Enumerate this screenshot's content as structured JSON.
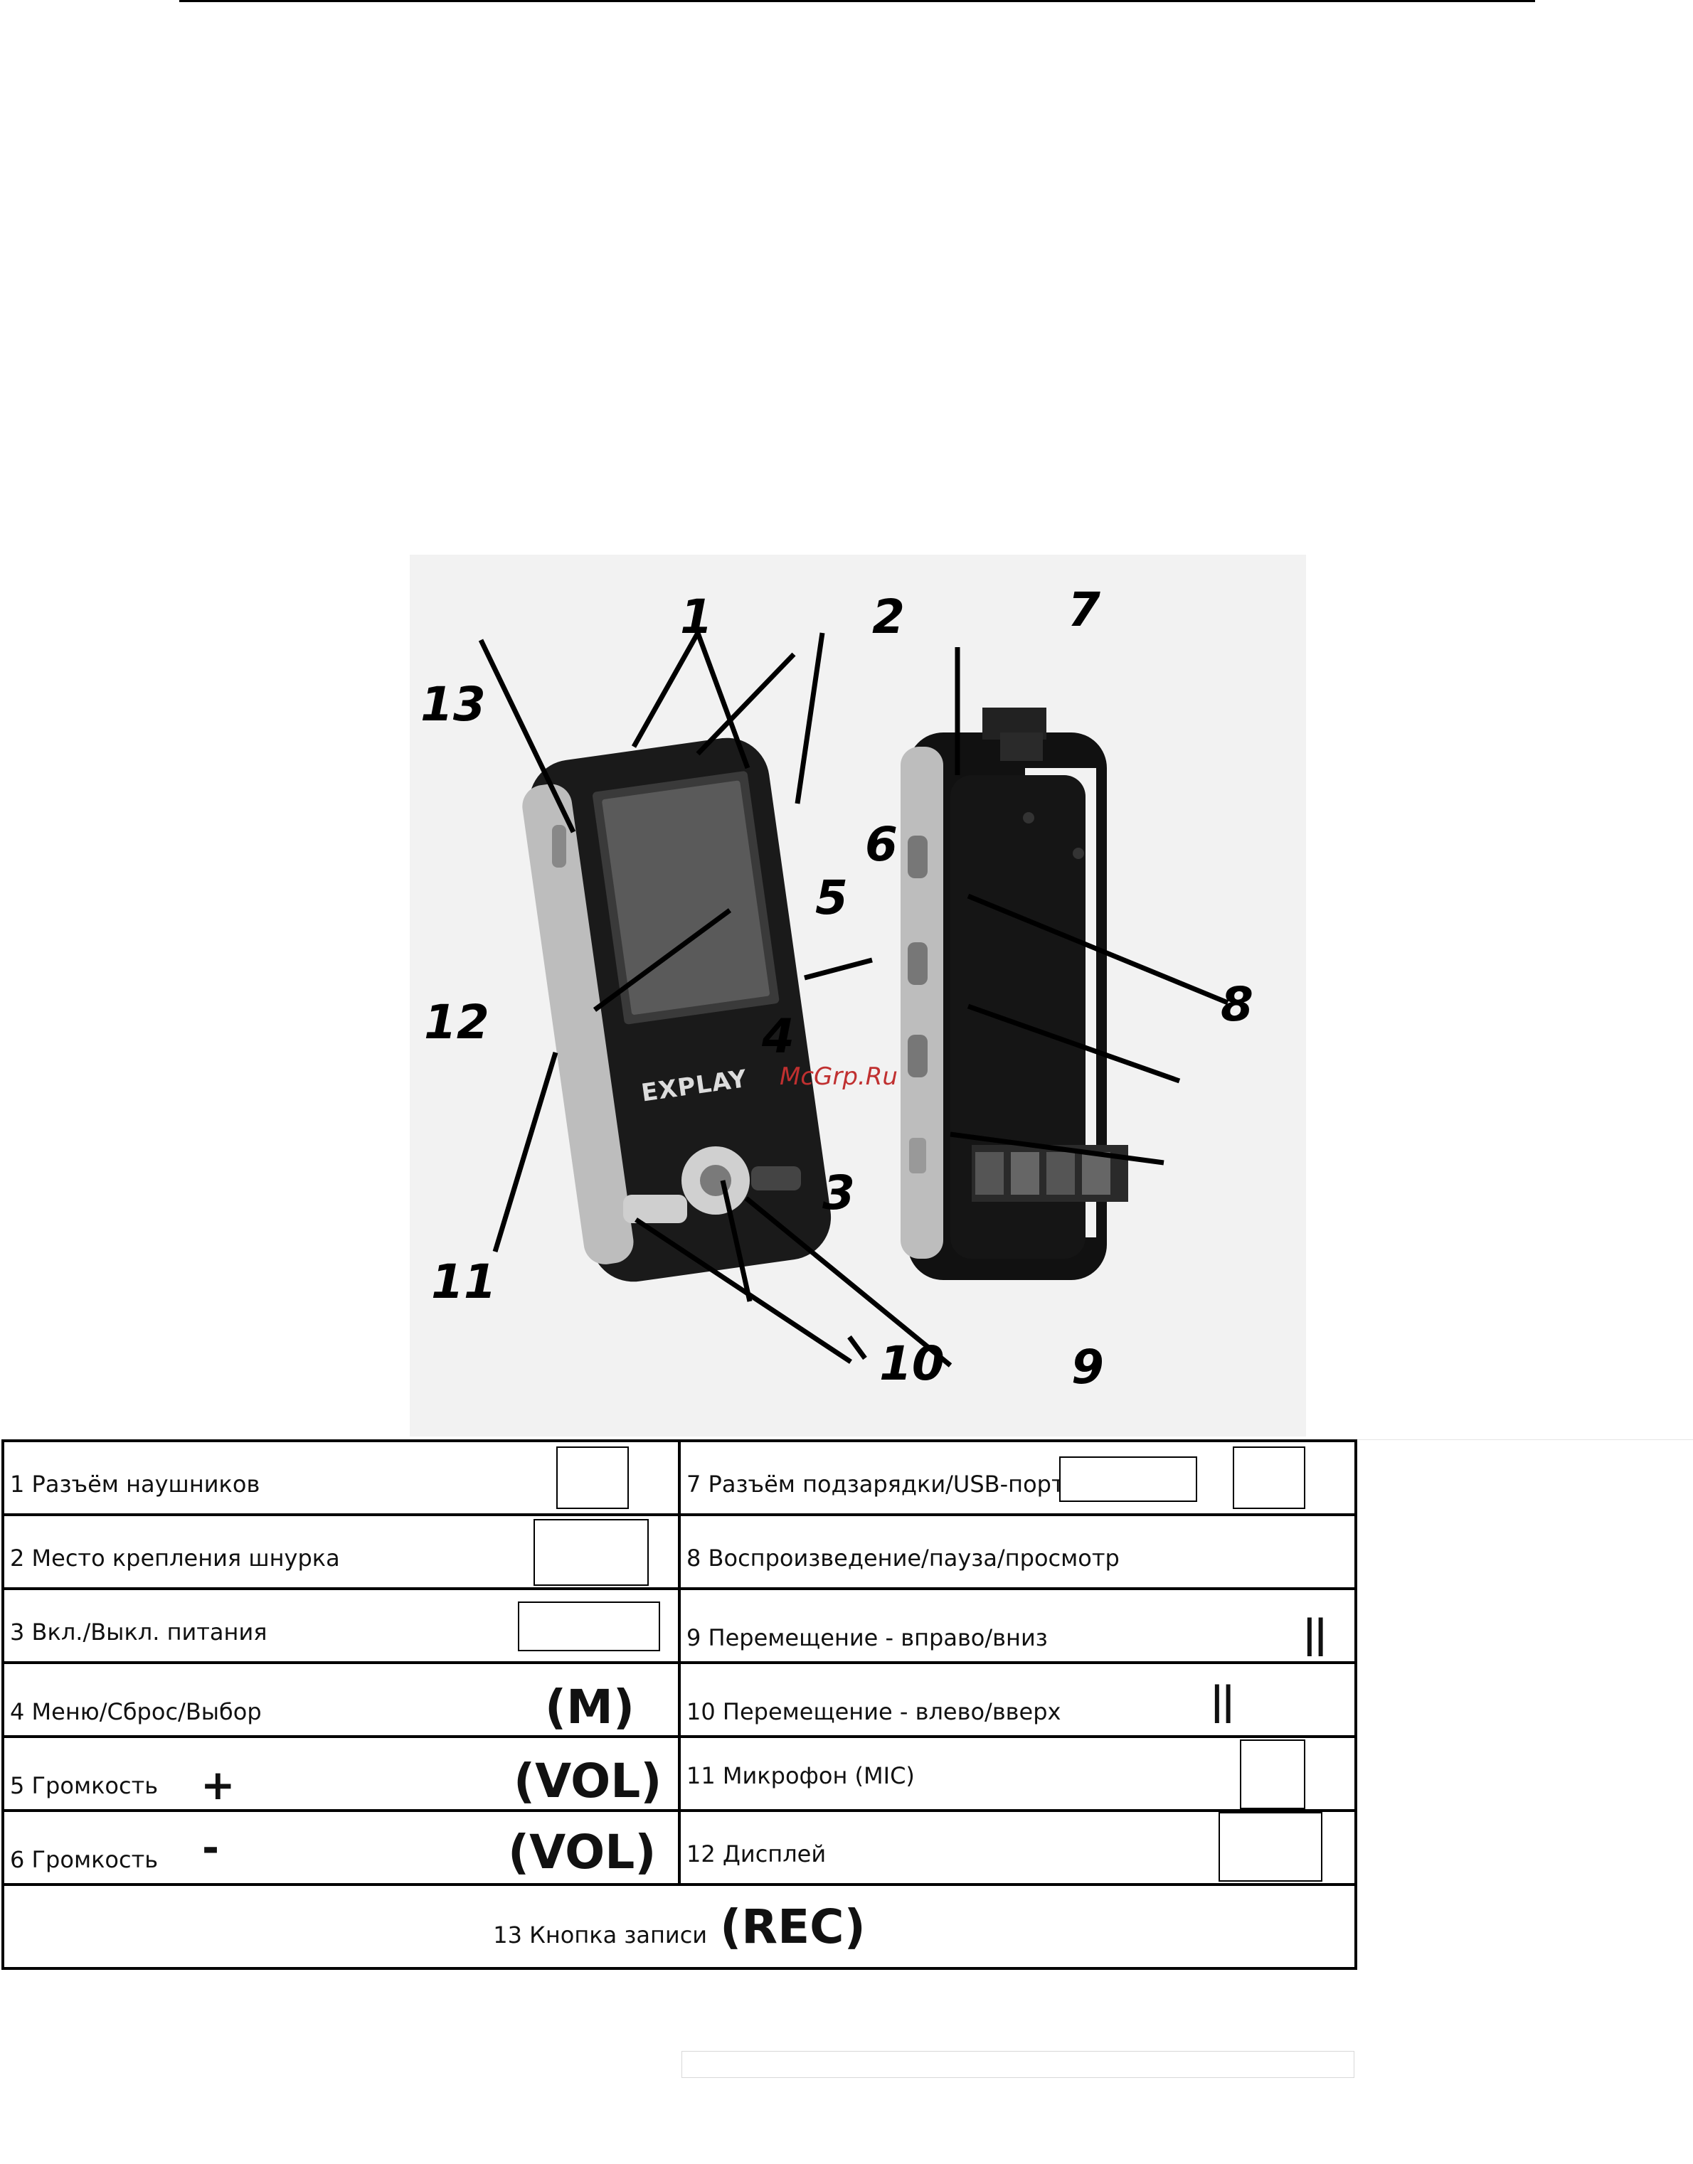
{
  "figure": {
    "brand": "EXPLAY",
    "watermark": "McGrp.Ru",
    "callouts": [
      "1",
      "2",
      "3",
      "4",
      "5",
      "6",
      "7",
      "8",
      "9",
      "10",
      "11",
      "12",
      "13"
    ]
  },
  "legend": {
    "rows": [
      {
        "left": "1 Разъём наушников",
        "right": "7 Разъём подзарядки/USB-порт"
      },
      {
        "left": "2 Место крепления шнурка",
        "right": "8 Воспроизведение/пауза/просмотр"
      },
      {
        "left": "3 Вкл./Выкл. питания",
        "right": "9 Перемещение - вправо/вниз"
      },
      {
        "left": "4 Меню/Сброс/Выбор",
        "right": "10 Перемещение - влево/вверх"
      },
      {
        "left": "5 Громкость",
        "right": "11 Микрофон (MIC)"
      },
      {
        "left": "6 Громкость",
        "right": "12 Дисплей"
      }
    ],
    "bottom": "13 Кнопка записи",
    "symbols": {
      "menu": "(M)",
      "vol_plus_sign": "+",
      "vol_plus": "(VOL)",
      "vol_minus_sign": "-",
      "vol_minus": "(VOL)",
      "rec": "(REC)",
      "pause_right": "||",
      "pause_left": "||"
    }
  }
}
